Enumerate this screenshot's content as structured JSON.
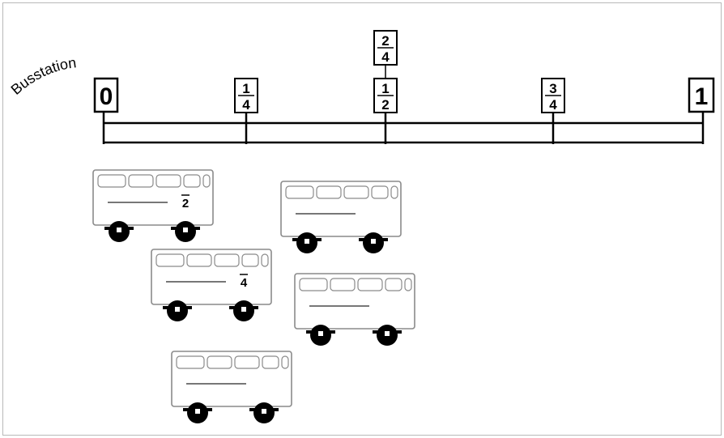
{
  "station_label": "Busstation",
  "number_line": {
    "start": "0",
    "end": "1",
    "marks": [
      {
        "value": 0.25,
        "numerator": "1",
        "denominator": "4"
      },
      {
        "value": 0.5,
        "numerator": "1",
        "denominator": "2"
      },
      {
        "value": 0.75,
        "numerator": "3",
        "denominator": "4"
      }
    ],
    "stacked_label": {
      "value": 0.5,
      "numerator": "2",
      "denominator": "4"
    }
  },
  "buses": [
    {
      "id": "bus-1",
      "label": "2"
    },
    {
      "id": "bus-2",
      "label": ""
    },
    {
      "id": "bus-3",
      "label": "4"
    },
    {
      "id": "bus-4",
      "label": ""
    },
    {
      "id": "bus-5",
      "label": ""
    }
  ],
  "colors": {
    "ink": "#000000",
    "bus_outline": "#8a8a8a",
    "frame": "#b8b8b8"
  }
}
